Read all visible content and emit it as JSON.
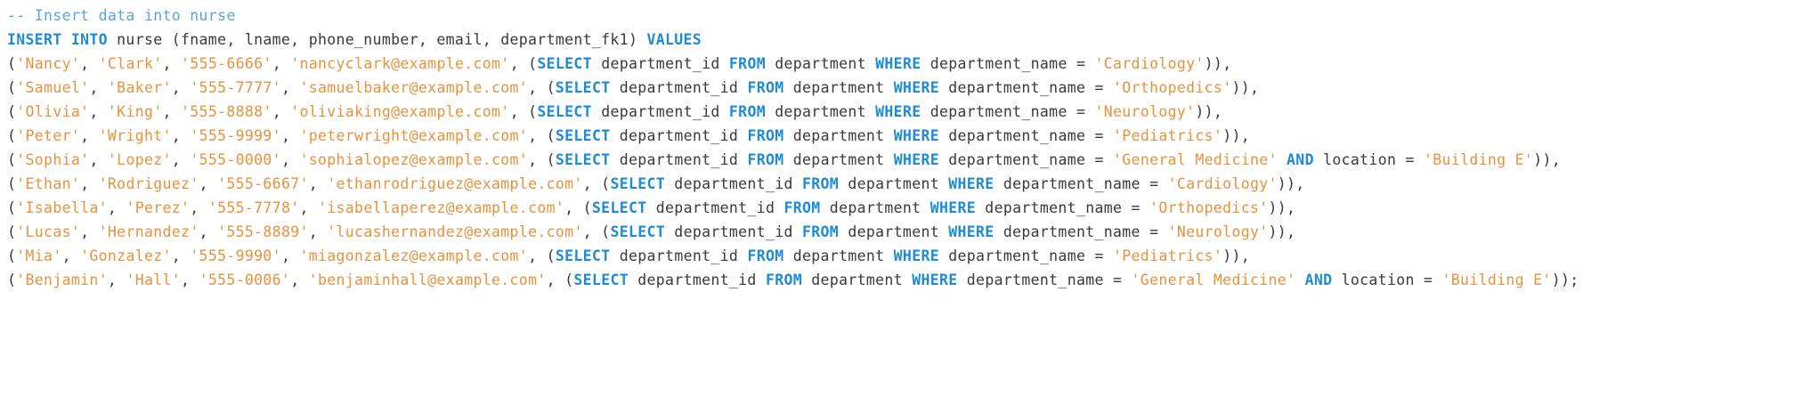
{
  "editor": {
    "language": "sql",
    "background_color": "#ffffff",
    "colors": {
      "comment": "#5ba4dc",
      "keyword": "#1e8bd6",
      "string": "#e8923c",
      "plain": "#3a3a3a"
    }
  },
  "code": {
    "lines": [
      {
        "id": "comment-line",
        "tokens": [
          {
            "t": "comment",
            "v": "-- Insert data into nurse"
          }
        ]
      },
      {
        "id": "insert-header",
        "tokens": [
          {
            "t": "keyword",
            "v": "INSERT INTO"
          },
          {
            "t": "plain",
            "v": " nurse (fname, lname, phone_number, email, department_fk1) "
          },
          {
            "t": "keyword",
            "v": "VALUES"
          }
        ]
      },
      {
        "id": "row-nancy-clark",
        "tokens": [
          {
            "t": "plain",
            "v": "("
          },
          {
            "t": "string",
            "v": "'Nancy'"
          },
          {
            "t": "plain",
            "v": ", "
          },
          {
            "t": "string",
            "v": "'Clark'"
          },
          {
            "t": "plain",
            "v": ", "
          },
          {
            "t": "string",
            "v": "'555-6666'"
          },
          {
            "t": "plain",
            "v": ", "
          },
          {
            "t": "string",
            "v": "'nancyclark@example.com'"
          },
          {
            "t": "plain",
            "v": ", ("
          },
          {
            "t": "keyword",
            "v": "SELECT"
          },
          {
            "t": "plain",
            "v": " department_id "
          },
          {
            "t": "keyword",
            "v": "FROM"
          },
          {
            "t": "plain",
            "v": " department "
          },
          {
            "t": "keyword",
            "v": "WHERE"
          },
          {
            "t": "plain",
            "v": " department_name = "
          },
          {
            "t": "string",
            "v": "'Cardiology'"
          },
          {
            "t": "plain",
            "v": ")),"
          }
        ]
      },
      {
        "id": "row-samuel-baker",
        "tokens": [
          {
            "t": "plain",
            "v": "("
          },
          {
            "t": "string",
            "v": "'Samuel'"
          },
          {
            "t": "plain",
            "v": ", "
          },
          {
            "t": "string",
            "v": "'Baker'"
          },
          {
            "t": "plain",
            "v": ", "
          },
          {
            "t": "string",
            "v": "'555-7777'"
          },
          {
            "t": "plain",
            "v": ", "
          },
          {
            "t": "string",
            "v": "'samuelbaker@example.com'"
          },
          {
            "t": "plain",
            "v": ", ("
          },
          {
            "t": "keyword",
            "v": "SELECT"
          },
          {
            "t": "plain",
            "v": " department_id "
          },
          {
            "t": "keyword",
            "v": "FROM"
          },
          {
            "t": "plain",
            "v": " department "
          },
          {
            "t": "keyword",
            "v": "WHERE"
          },
          {
            "t": "plain",
            "v": " department_name = "
          },
          {
            "t": "string",
            "v": "'Orthopedics'"
          },
          {
            "t": "plain",
            "v": ")),"
          }
        ]
      },
      {
        "id": "row-olivia-king",
        "tokens": [
          {
            "t": "plain",
            "v": "("
          },
          {
            "t": "string",
            "v": "'Olivia'"
          },
          {
            "t": "plain",
            "v": ", "
          },
          {
            "t": "string",
            "v": "'King'"
          },
          {
            "t": "plain",
            "v": ", "
          },
          {
            "t": "string",
            "v": "'555-8888'"
          },
          {
            "t": "plain",
            "v": ", "
          },
          {
            "t": "string",
            "v": "'oliviaking@example.com'"
          },
          {
            "t": "plain",
            "v": ", ("
          },
          {
            "t": "keyword",
            "v": "SELECT"
          },
          {
            "t": "plain",
            "v": " department_id "
          },
          {
            "t": "keyword",
            "v": "FROM"
          },
          {
            "t": "plain",
            "v": " department "
          },
          {
            "t": "keyword",
            "v": "WHERE"
          },
          {
            "t": "plain",
            "v": " department_name = "
          },
          {
            "t": "string",
            "v": "'Neurology'"
          },
          {
            "t": "plain",
            "v": ")),"
          }
        ]
      },
      {
        "id": "row-peter-wright",
        "tokens": [
          {
            "t": "plain",
            "v": "("
          },
          {
            "t": "string",
            "v": "'Peter'"
          },
          {
            "t": "plain",
            "v": ", "
          },
          {
            "t": "string",
            "v": "'Wright'"
          },
          {
            "t": "plain",
            "v": ", "
          },
          {
            "t": "string",
            "v": "'555-9999'"
          },
          {
            "t": "plain",
            "v": ", "
          },
          {
            "t": "string",
            "v": "'peterwright@example.com'"
          },
          {
            "t": "plain",
            "v": ", ("
          },
          {
            "t": "keyword",
            "v": "SELECT"
          },
          {
            "t": "plain",
            "v": " department_id "
          },
          {
            "t": "keyword",
            "v": "FROM"
          },
          {
            "t": "plain",
            "v": " department "
          },
          {
            "t": "keyword",
            "v": "WHERE"
          },
          {
            "t": "plain",
            "v": " department_name = "
          },
          {
            "t": "string",
            "v": "'Pediatrics'"
          },
          {
            "t": "plain",
            "v": ")),"
          }
        ]
      },
      {
        "id": "row-sophia-lopez",
        "tokens": [
          {
            "t": "plain",
            "v": "("
          },
          {
            "t": "string",
            "v": "'Sophia'"
          },
          {
            "t": "plain",
            "v": ", "
          },
          {
            "t": "string",
            "v": "'Lopez'"
          },
          {
            "t": "plain",
            "v": ", "
          },
          {
            "t": "string",
            "v": "'555-0000'"
          },
          {
            "t": "plain",
            "v": ", "
          },
          {
            "t": "string",
            "v": "'sophialopez@example.com'"
          },
          {
            "t": "plain",
            "v": ", ("
          },
          {
            "t": "keyword",
            "v": "SELECT"
          },
          {
            "t": "plain",
            "v": " department_id "
          },
          {
            "t": "keyword",
            "v": "FROM"
          },
          {
            "t": "plain",
            "v": " department "
          },
          {
            "t": "keyword",
            "v": "WHERE"
          },
          {
            "t": "plain",
            "v": " department_name = "
          },
          {
            "t": "string",
            "v": "'General Medicine'"
          },
          {
            "t": "plain",
            "v": " "
          },
          {
            "t": "keyword",
            "v": "AND"
          },
          {
            "t": "plain",
            "v": " location = "
          },
          {
            "t": "string",
            "v": "'Building E'"
          },
          {
            "t": "plain",
            "v": ")),"
          }
        ]
      },
      {
        "id": "row-ethan-rodriguez",
        "tokens": [
          {
            "t": "plain",
            "v": "("
          },
          {
            "t": "string",
            "v": "'Ethan'"
          },
          {
            "t": "plain",
            "v": ", "
          },
          {
            "t": "string",
            "v": "'Rodriguez'"
          },
          {
            "t": "plain",
            "v": ", "
          },
          {
            "t": "string",
            "v": "'555-6667'"
          },
          {
            "t": "plain",
            "v": ", "
          },
          {
            "t": "string",
            "v": "'ethanrodriguez@example.com'"
          },
          {
            "t": "plain",
            "v": ", ("
          },
          {
            "t": "keyword",
            "v": "SELECT"
          },
          {
            "t": "plain",
            "v": " department_id "
          },
          {
            "t": "keyword",
            "v": "FROM"
          },
          {
            "t": "plain",
            "v": " department "
          },
          {
            "t": "keyword",
            "v": "WHERE"
          },
          {
            "t": "plain",
            "v": " department_name = "
          },
          {
            "t": "string",
            "v": "'Cardiology'"
          },
          {
            "t": "plain",
            "v": ")),"
          }
        ]
      },
      {
        "id": "row-isabella-perez",
        "tokens": [
          {
            "t": "plain",
            "v": "("
          },
          {
            "t": "string",
            "v": "'Isabella'"
          },
          {
            "t": "plain",
            "v": ", "
          },
          {
            "t": "string",
            "v": "'Perez'"
          },
          {
            "t": "plain",
            "v": ", "
          },
          {
            "t": "string",
            "v": "'555-7778'"
          },
          {
            "t": "plain",
            "v": ", "
          },
          {
            "t": "string",
            "v": "'isabellaperez@example.com'"
          },
          {
            "t": "plain",
            "v": ", ("
          },
          {
            "t": "keyword",
            "v": "SELECT"
          },
          {
            "t": "plain",
            "v": " department_id "
          },
          {
            "t": "keyword",
            "v": "FROM"
          },
          {
            "t": "plain",
            "v": " department "
          },
          {
            "t": "keyword",
            "v": "WHERE"
          },
          {
            "t": "plain",
            "v": " department_name = "
          },
          {
            "t": "string",
            "v": "'Orthopedics'"
          },
          {
            "t": "plain",
            "v": ")),"
          }
        ]
      },
      {
        "id": "row-lucas-hernandez",
        "tokens": [
          {
            "t": "plain",
            "v": "("
          },
          {
            "t": "string",
            "v": "'Lucas'"
          },
          {
            "t": "plain",
            "v": ", "
          },
          {
            "t": "string",
            "v": "'Hernandez'"
          },
          {
            "t": "plain",
            "v": ", "
          },
          {
            "t": "string",
            "v": "'555-8889'"
          },
          {
            "t": "plain",
            "v": ", "
          },
          {
            "t": "string",
            "v": "'lucashernandez@example.com'"
          },
          {
            "t": "plain",
            "v": ", ("
          },
          {
            "t": "keyword",
            "v": "SELECT"
          },
          {
            "t": "plain",
            "v": " department_id "
          },
          {
            "t": "keyword",
            "v": "FROM"
          },
          {
            "t": "plain",
            "v": " department "
          },
          {
            "t": "keyword",
            "v": "WHERE"
          },
          {
            "t": "plain",
            "v": " department_name = "
          },
          {
            "t": "string",
            "v": "'Neurology'"
          },
          {
            "t": "plain",
            "v": ")),"
          }
        ]
      },
      {
        "id": "row-mia-gonzalez",
        "tokens": [
          {
            "t": "plain",
            "v": "("
          },
          {
            "t": "string",
            "v": "'Mia'"
          },
          {
            "t": "plain",
            "v": ", "
          },
          {
            "t": "string",
            "v": "'Gonzalez'"
          },
          {
            "t": "plain",
            "v": ", "
          },
          {
            "t": "string",
            "v": "'555-9990'"
          },
          {
            "t": "plain",
            "v": ", "
          },
          {
            "t": "string",
            "v": "'miagonzalez@example.com'"
          },
          {
            "t": "plain",
            "v": ", ("
          },
          {
            "t": "keyword",
            "v": "SELECT"
          },
          {
            "t": "plain",
            "v": " department_id "
          },
          {
            "t": "keyword",
            "v": "FROM"
          },
          {
            "t": "plain",
            "v": " department "
          },
          {
            "t": "keyword",
            "v": "WHERE"
          },
          {
            "t": "plain",
            "v": " department_name = "
          },
          {
            "t": "string",
            "v": "'Pediatrics'"
          },
          {
            "t": "plain",
            "v": ")),"
          }
        ]
      },
      {
        "id": "row-benjamin-hall",
        "tokens": [
          {
            "t": "plain",
            "v": "("
          },
          {
            "t": "string",
            "v": "'Benjamin'"
          },
          {
            "t": "plain",
            "v": ", "
          },
          {
            "t": "string",
            "v": "'Hall'"
          },
          {
            "t": "plain",
            "v": ", "
          },
          {
            "t": "string",
            "v": "'555-0006'"
          },
          {
            "t": "plain",
            "v": ", "
          },
          {
            "t": "string",
            "v": "'benjaminhall@example.com'"
          },
          {
            "t": "plain",
            "v": ", ("
          },
          {
            "t": "keyword",
            "v": "SELECT"
          },
          {
            "t": "plain",
            "v": " department_id "
          },
          {
            "t": "keyword",
            "v": "FROM"
          },
          {
            "t": "plain",
            "v": " department "
          },
          {
            "t": "keyword",
            "v": "WHERE"
          },
          {
            "t": "plain",
            "v": " department_name = "
          },
          {
            "t": "string",
            "v": "'General Medicine'"
          },
          {
            "t": "plain",
            "v": " "
          },
          {
            "t": "keyword",
            "v": "AND"
          },
          {
            "t": "plain",
            "v": " location = "
          },
          {
            "t": "string",
            "v": "'Building E'"
          },
          {
            "t": "plain",
            "v": "));"
          }
        ]
      }
    ]
  }
}
